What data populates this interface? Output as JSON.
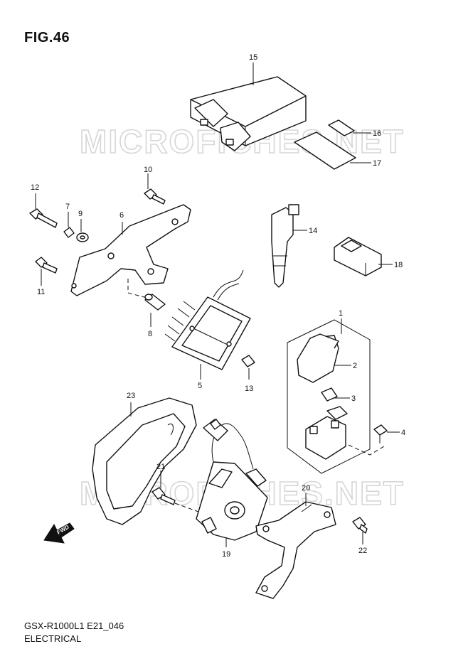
{
  "figure": {
    "title": "FIG.46",
    "model_code": "GSX-R1000L1 E21_046",
    "section": "ELECTRICAL"
  },
  "watermark": {
    "text": "MICROFICHES.NET",
    "color": "#d6d6d6"
  },
  "fwd_label": "FWD",
  "callouts": [
    {
      "id": "c1",
      "label": "1"
    },
    {
      "id": "c2",
      "label": "2"
    },
    {
      "id": "c3",
      "label": "3"
    },
    {
      "id": "c4",
      "label": "4"
    },
    {
      "id": "c5",
      "label": "5"
    },
    {
      "id": "c6",
      "label": "6"
    },
    {
      "id": "c7",
      "label": "7"
    },
    {
      "id": "c8",
      "label": "8"
    },
    {
      "id": "c9",
      "label": "9"
    },
    {
      "id": "c10",
      "label": "10"
    },
    {
      "id": "c11",
      "label": "11"
    },
    {
      "id": "c12",
      "label": "12"
    },
    {
      "id": "c13",
      "label": "13"
    },
    {
      "id": "c14",
      "label": "14"
    },
    {
      "id": "c15",
      "label": "15"
    },
    {
      "id": "c16",
      "label": "16"
    },
    {
      "id": "c17",
      "label": "17"
    },
    {
      "id": "c18",
      "label": "18"
    },
    {
      "id": "c19",
      "label": "19"
    },
    {
      "id": "c20",
      "label": "20"
    },
    {
      "id": "c21",
      "label": "21"
    },
    {
      "id": "c22",
      "label": "22"
    },
    {
      "id": "c23",
      "label": "23"
    }
  ]
}
